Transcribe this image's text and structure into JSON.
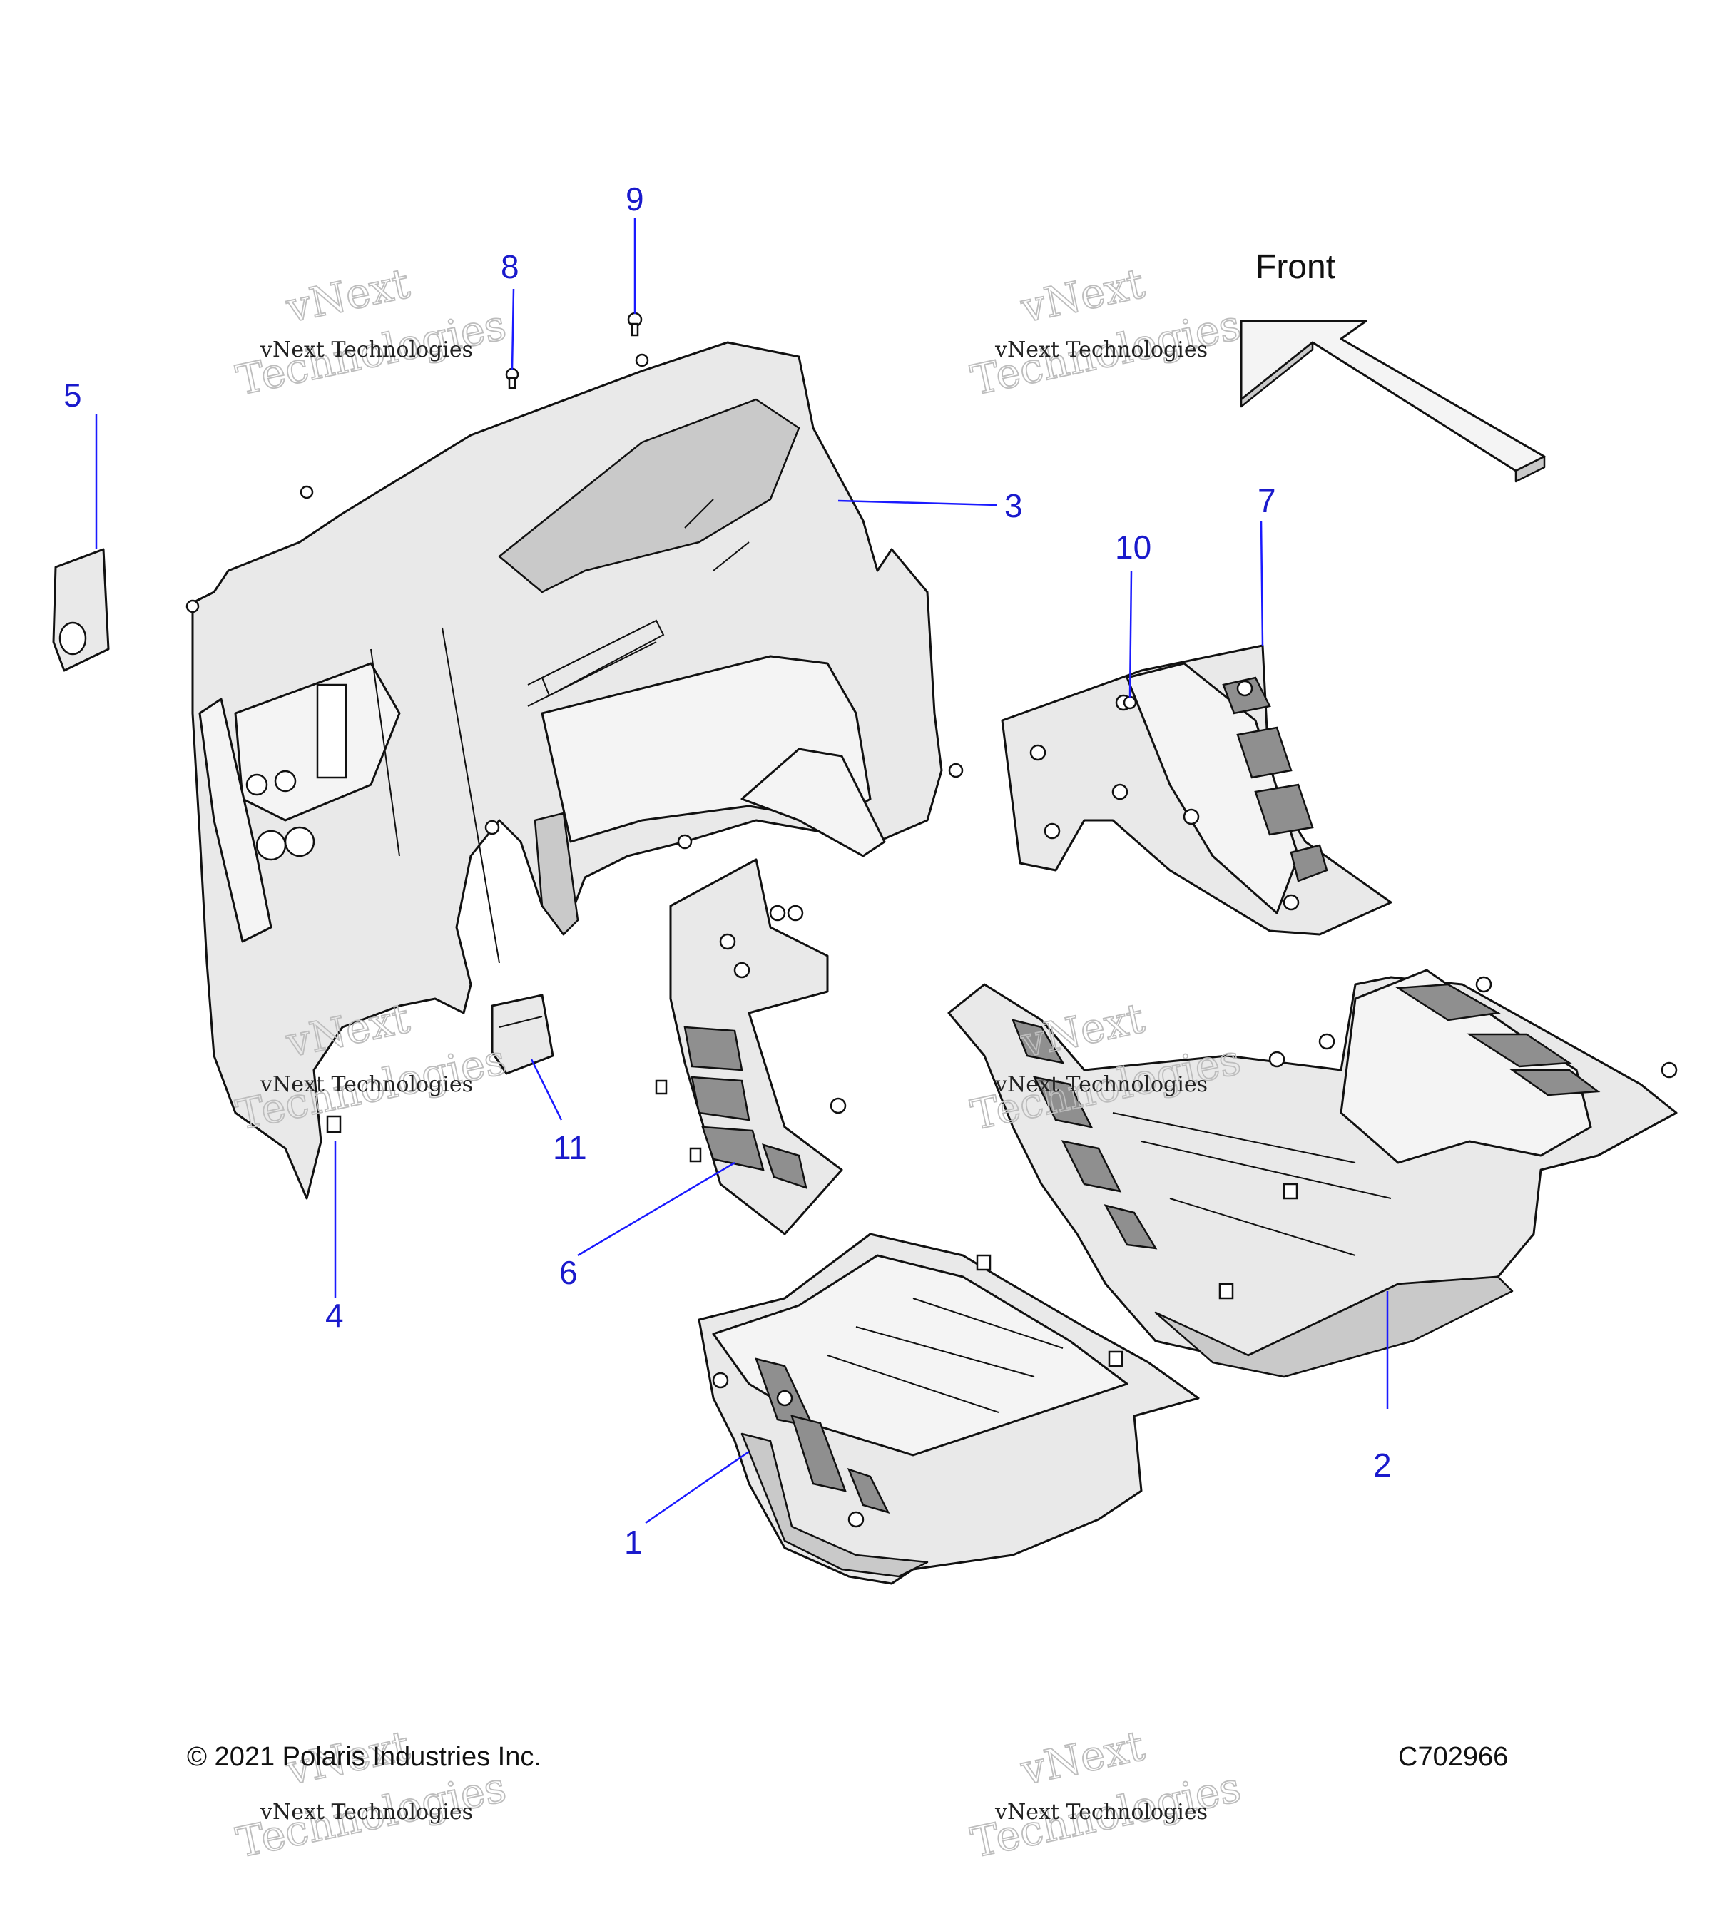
{
  "callouts": {
    "c1": "1",
    "c2": "2",
    "c3": "3",
    "c4": "4",
    "c5": "5",
    "c6": "6",
    "c7": "7",
    "c8": "8",
    "c9": "9",
    "c10": "10",
    "c11": "11"
  },
  "front_label": "Front",
  "footer": {
    "copyright": "© 2021 Polaris Industries Inc.",
    "diagram_code": "C702966"
  },
  "watermark": {
    "line1": "vNext Technologies",
    "line2": "vNext",
    "line3": "Technologies"
  },
  "colors": {
    "callout": "#1a1acc",
    "part_fill": "#e9e9e9",
    "pad_fill": "#8f8f8f"
  }
}
